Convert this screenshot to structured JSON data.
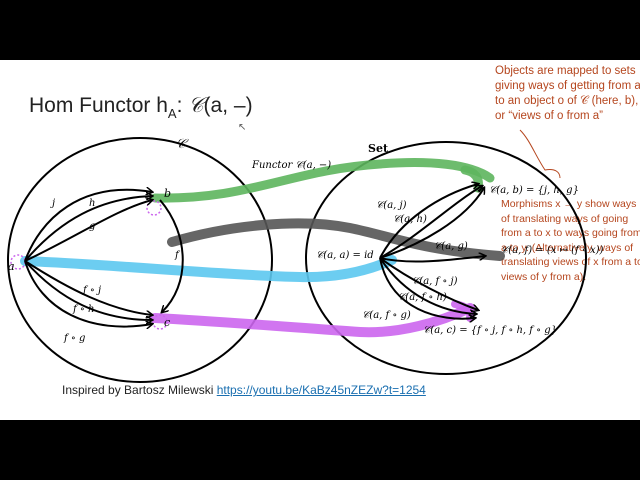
{
  "title": {
    "prefix": "Hom Functor h",
    "sub": "A",
    "colon": ": ",
    "cal": "𝒞",
    "rest": "(a, –)"
  },
  "credit": {
    "text": "Inspired by Bartosz Milewski ",
    "link": "https://youtu.be/KaBz45nZEZw?t=1254"
  },
  "note_top": "Objects are mapped to sets giving ways of getting from a to an object o of 𝒞 (here, b), or “views of o from a”",
  "note_mid": "Morphisms x → y show ways of translating ways of going from a to x to ways going from a to y. (Alternatively, ways of translating views of x from a to views of y from a).",
  "labels": {
    "cat_c": "𝒞",
    "set": "Set",
    "functor": "Functor 𝒞(a, −)",
    "a": "a",
    "b": "b",
    "c": "c",
    "j": "j",
    "h": "h",
    "g": "g",
    "f": "f",
    "foj": "f ∘ j",
    "foh": "f ∘ h",
    "fog": "f ∘ g",
    "Caa": "𝒞(a, a) = id",
    "Caj": "𝒞(a, j)",
    "Cah": "𝒞(a, h)",
    "Cag": "𝒞(a, g)",
    "Cafj": "𝒞(a, f ∘ j)",
    "Cafh": "𝒞(a, f ∘ h)",
    "Cafg": "𝒞(a, f ∘ g)",
    "Cab": "𝒞(a, b) = {j, h, g}",
    "Caf": "𝒞(a, f) = (x ↦ (f ∘ x))",
    "Cac": "𝒞(a, c) = {f ∘ j, f ∘ h, f ∘ g}"
  },
  "colors": {
    "green": "#5db55d",
    "gray": "#555555",
    "cyan": "#5cc8ef",
    "magenta": "#cc66ee",
    "note": "#b5461e",
    "link": "#1a6fb0"
  }
}
